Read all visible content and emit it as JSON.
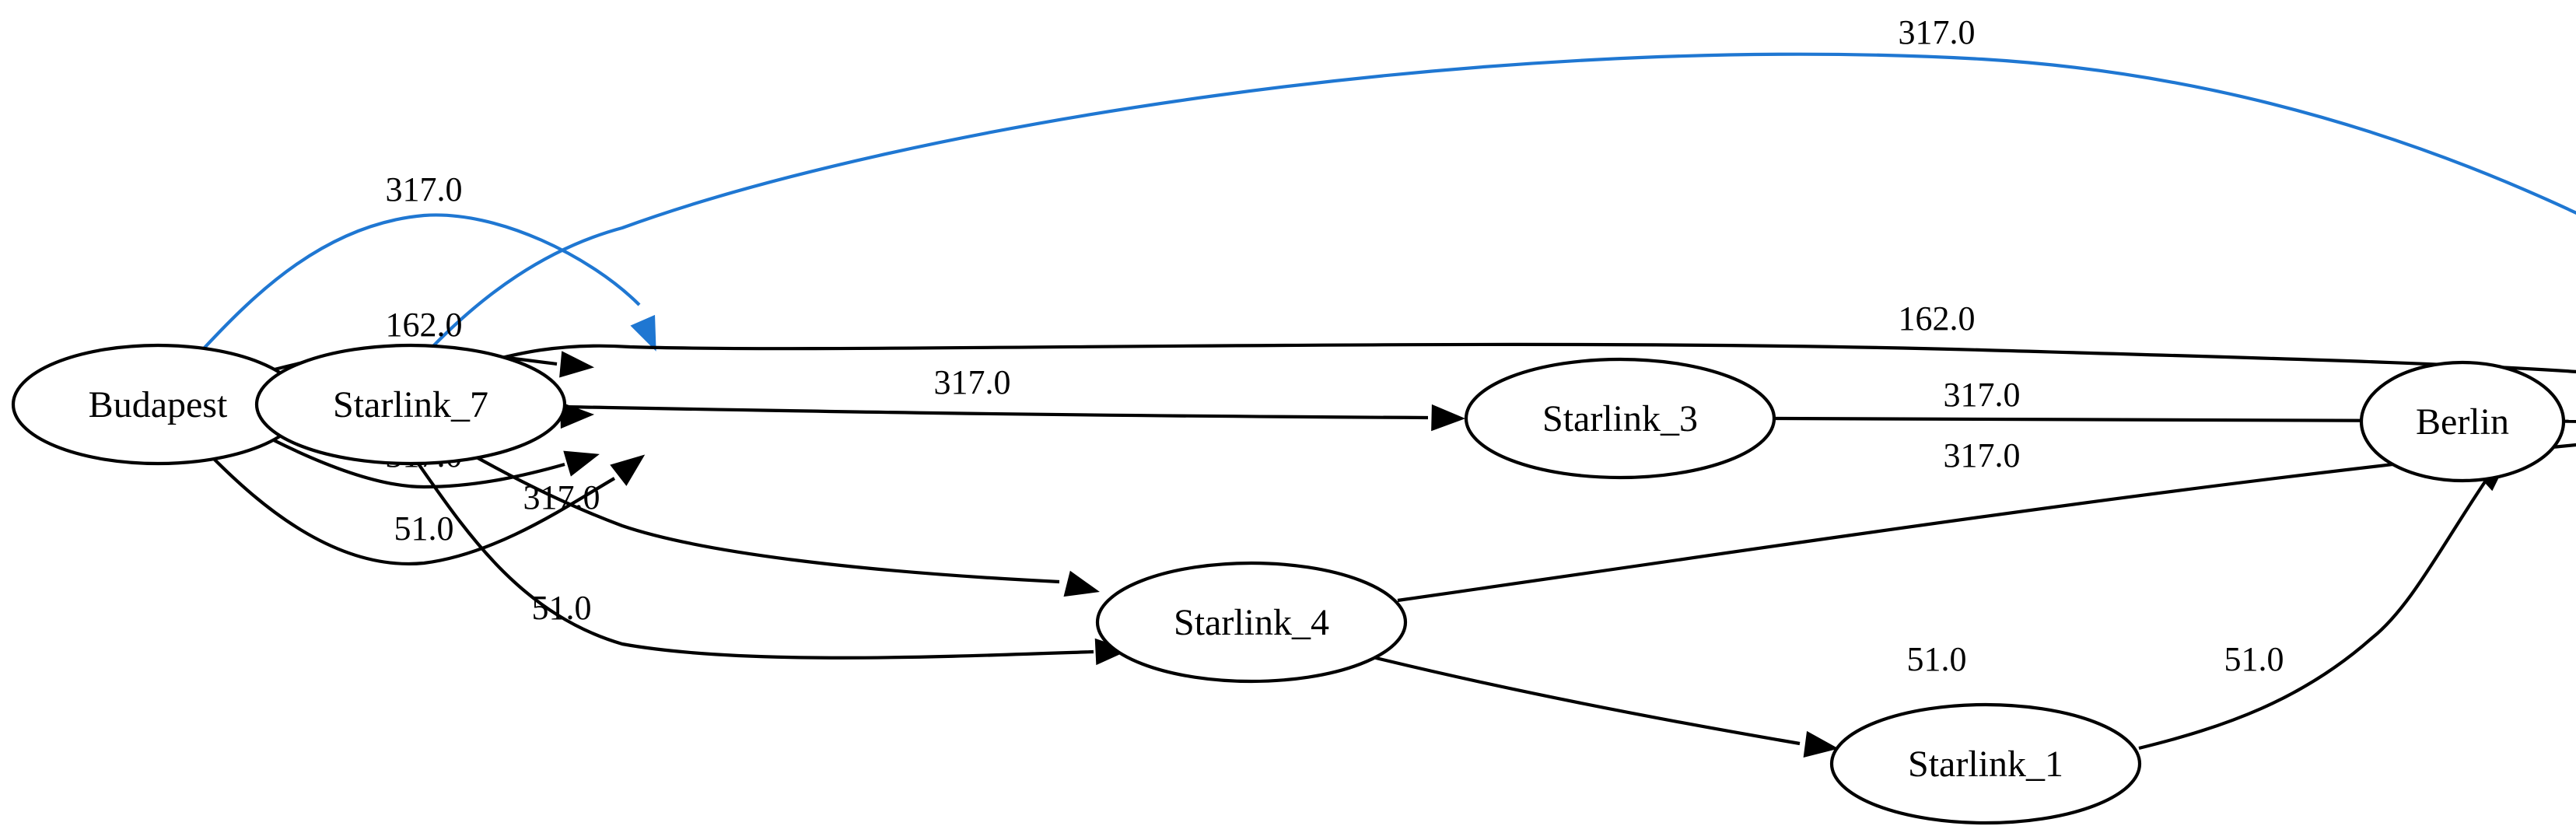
{
  "graph": {
    "colors": {
      "default_edge": "#000000",
      "highlight_edge": "#1f77d2"
    },
    "nodes": [
      {
        "id": "budapest",
        "label": "Budapest"
      },
      {
        "id": "starlink_7",
        "label": "Starlink_7"
      },
      {
        "id": "starlink_3",
        "label": "Starlink_3"
      },
      {
        "id": "starlink_4",
        "label": "Starlink_4"
      },
      {
        "id": "starlink_1",
        "label": "Starlink_1"
      },
      {
        "id": "berlin",
        "label": "Berlin"
      }
    ],
    "edges": [
      {
        "from": "budapest",
        "to": "starlink_7",
        "label": "317.0",
        "highlight": true
      },
      {
        "from": "budapest",
        "to": "starlink_7",
        "label": "162.0",
        "highlight": false
      },
      {
        "from": "budapest",
        "to": "starlink_7",
        "label": "317.0",
        "highlight": false
      },
      {
        "from": "budapest",
        "to": "starlink_7",
        "label": "317.0",
        "highlight": false
      },
      {
        "from": "budapest",
        "to": "starlink_7",
        "label": "51.0",
        "highlight": false
      },
      {
        "from": "starlink_7",
        "to": "berlin",
        "label": "317.0",
        "highlight": true
      },
      {
        "from": "starlink_7",
        "to": "berlin",
        "label": "162.0",
        "highlight": false
      },
      {
        "from": "starlink_7",
        "to": "starlink_3",
        "label": "317.0",
        "highlight": false
      },
      {
        "from": "starlink_7",
        "to": "starlink_4",
        "label": "317.0",
        "highlight": false
      },
      {
        "from": "starlink_7",
        "to": "starlink_4",
        "label": "51.0",
        "highlight": false
      },
      {
        "from": "starlink_3",
        "to": "berlin",
        "label": "317.0",
        "highlight": false
      },
      {
        "from": "starlink_4",
        "to": "berlin",
        "label": "317.0",
        "highlight": false
      },
      {
        "from": "starlink_4",
        "to": "starlink_1",
        "label": "51.0",
        "highlight": false
      },
      {
        "from": "starlink_1",
        "to": "berlin",
        "label": "51.0",
        "highlight": false
      }
    ]
  }
}
